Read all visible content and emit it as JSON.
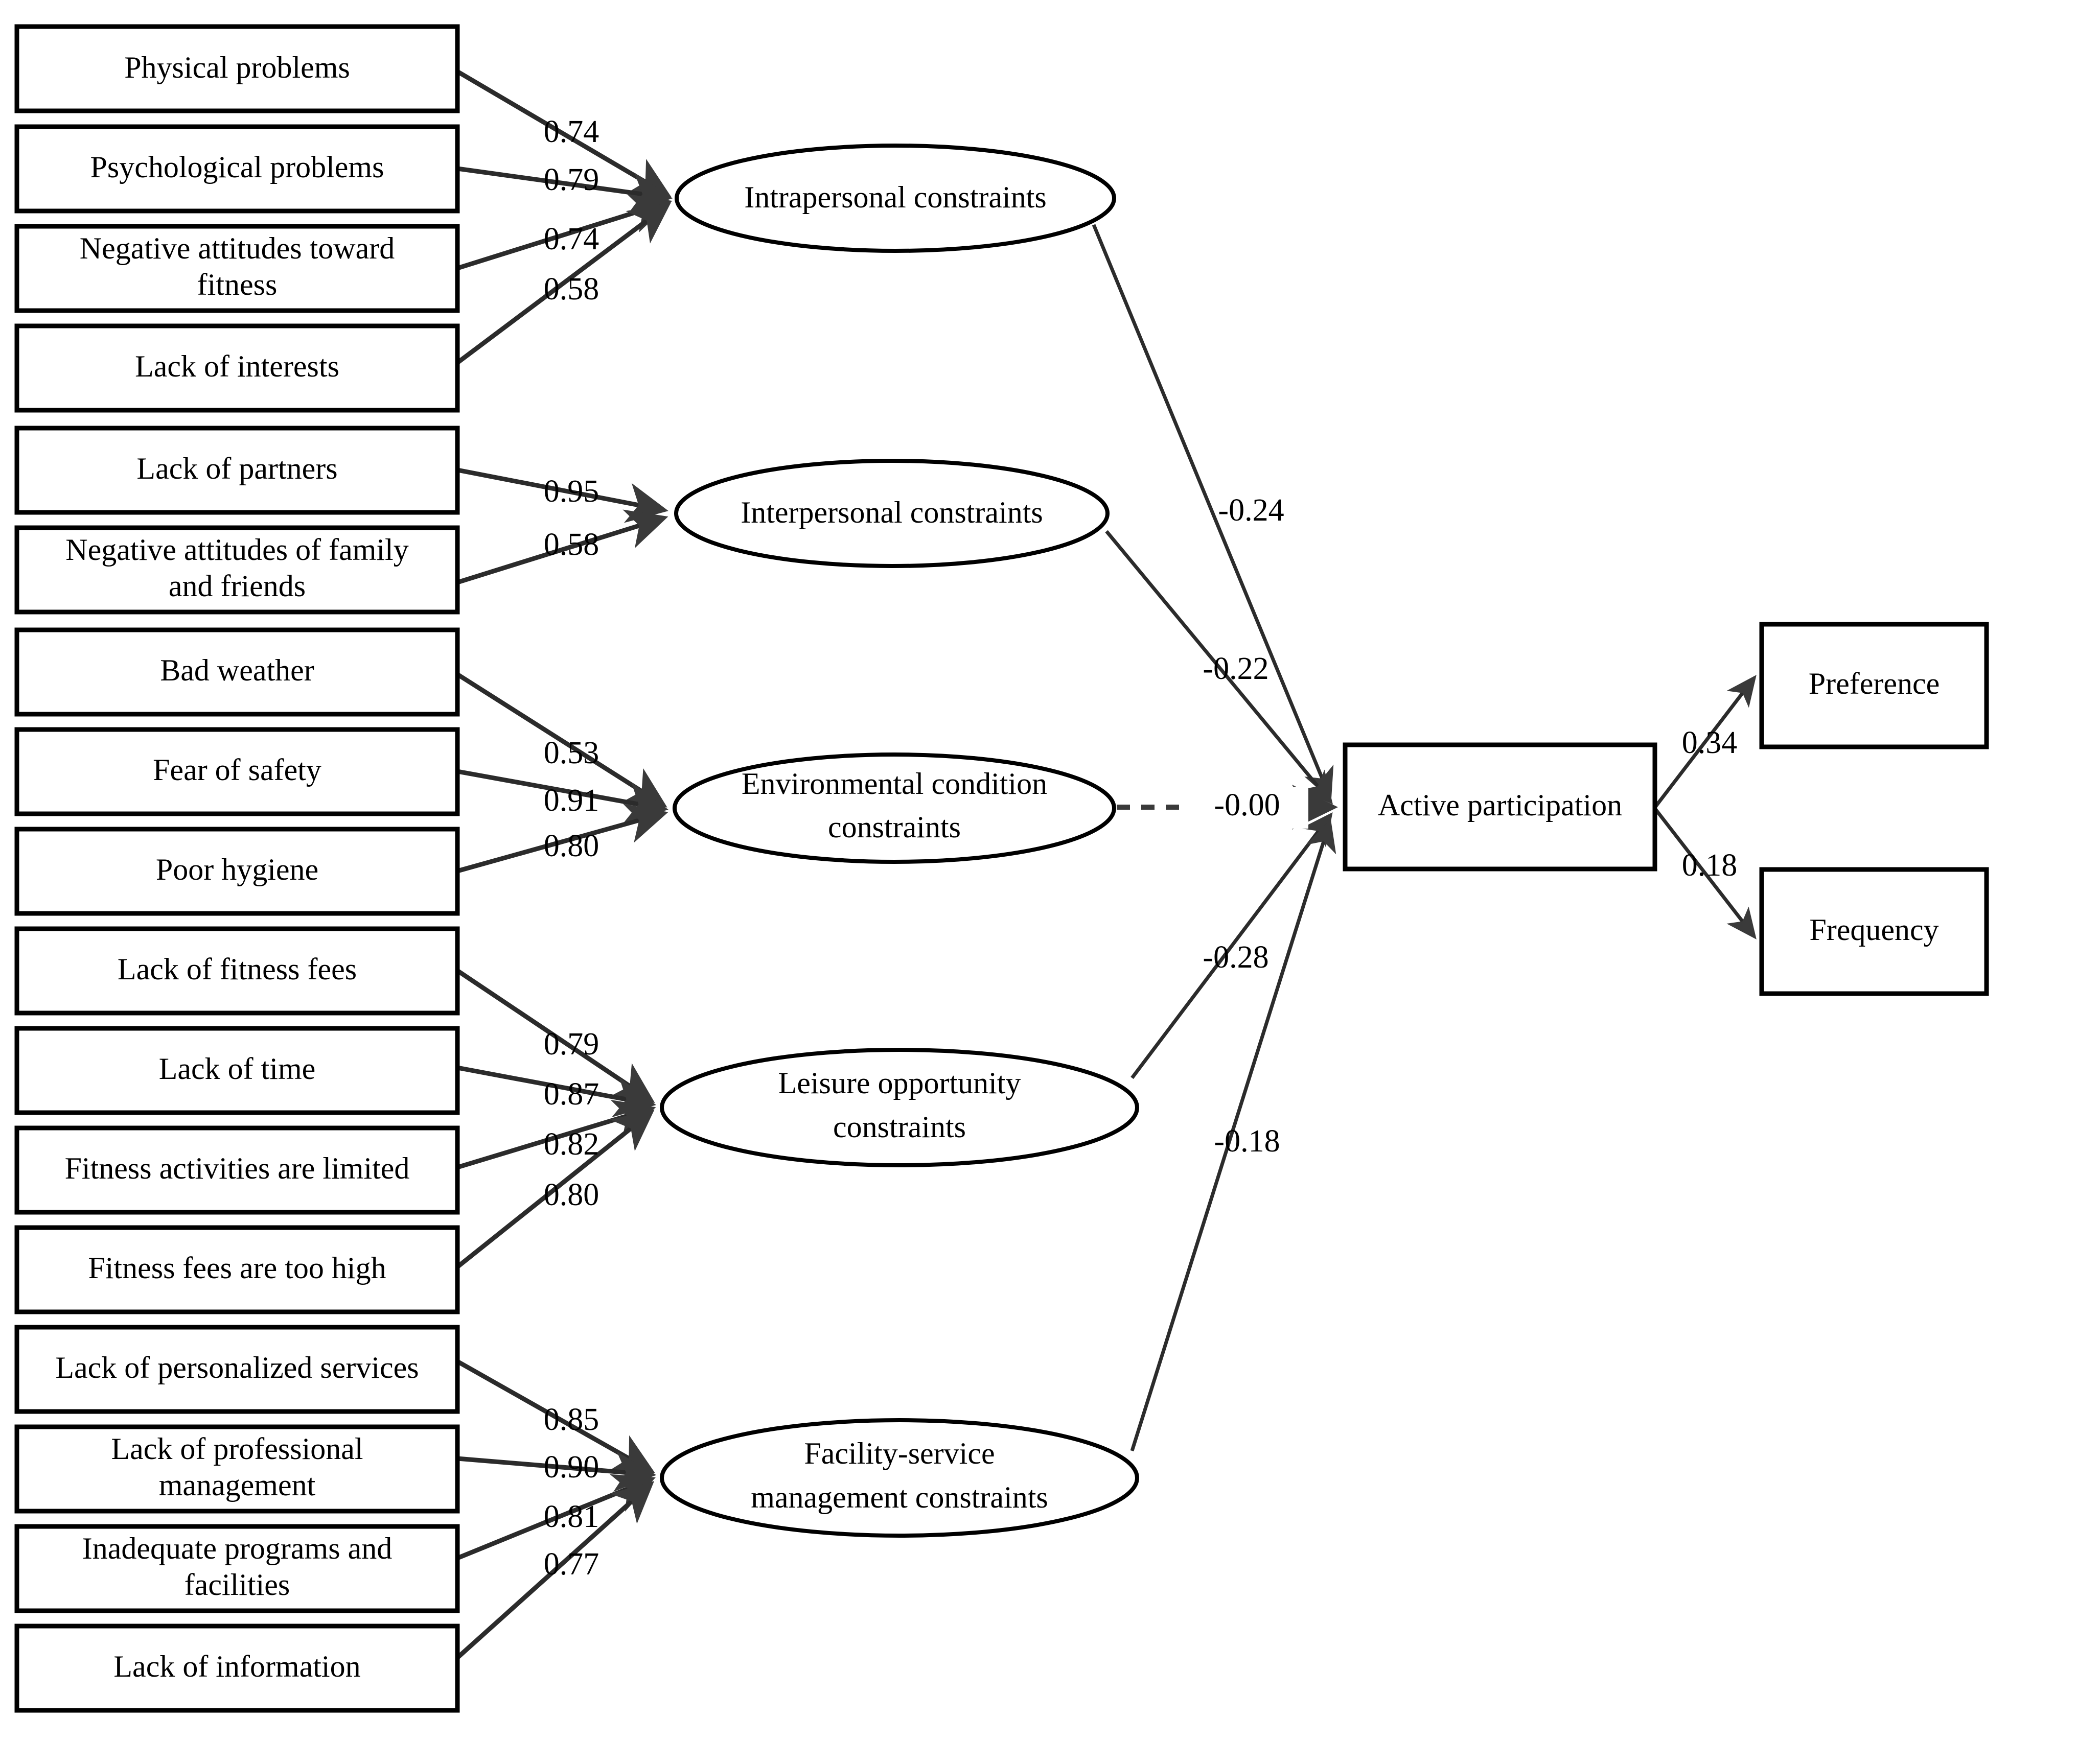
{
  "diagram": {
    "title": "Structural equation model of fitness participation constraints",
    "type": "structural-equation-model"
  },
  "indicators": [
    {
      "id": "physical-problems",
      "label": "Physical problems"
    },
    {
      "id": "psychological-problems",
      "label": "Psychological problems"
    },
    {
      "id": "negative-attitudes-fitness",
      "label": "Negative attitudes toward",
      "label2": "fitness"
    },
    {
      "id": "lack-of-interests",
      "label": "Lack of interests"
    },
    {
      "id": "lack-of-partners",
      "label": "Lack of partners"
    },
    {
      "id": "negative-attitudes-family",
      "label": "Negative attitudes of family",
      "label2": "and friends"
    },
    {
      "id": "bad-weather",
      "label": "Bad weather"
    },
    {
      "id": "fear-of-safety",
      "label": "Fear of safety"
    },
    {
      "id": "poor-hygiene",
      "label": "Poor hygiene"
    },
    {
      "id": "lack-of-fitness-fees",
      "label": "Lack of fitness fees"
    },
    {
      "id": "lack-of-time",
      "label": "Lack of time"
    },
    {
      "id": "fitness-activities-limited",
      "label": "Fitness activities are limited"
    },
    {
      "id": "fitness-fees-too-high",
      "label": "Fitness fees are too high"
    },
    {
      "id": "lack-personalized-services",
      "label": "Lack of personalized services"
    },
    {
      "id": "lack-professional-mgmt",
      "label": "Lack of professional",
      "label2": "management"
    },
    {
      "id": "inadequate-programs",
      "label": "Inadequate programs and",
      "label2": "facilities"
    },
    {
      "id": "lack-of-information",
      "label": "Lack of information"
    }
  ],
  "latents": [
    {
      "id": "intrapersonal",
      "label": "Intrapersonal constraints"
    },
    {
      "id": "interpersonal",
      "label": "Interpersonal constraints"
    },
    {
      "id": "environmental",
      "label": "Environmental condition",
      "label2": "constraints"
    },
    {
      "id": "leisure",
      "label": "Leisure opportunity",
      "label2": "constraints"
    },
    {
      "id": "facility",
      "label": "Facility-service",
      "label2": "management constraints"
    }
  ],
  "endogenous": [
    {
      "id": "active-participation",
      "label": "Active participation"
    },
    {
      "id": "preference",
      "label": "Preference"
    },
    {
      "id": "frequency",
      "label": "Frequency"
    }
  ],
  "chart_data": {
    "type": "diagram",
    "title": "Structural equation model of fitness participation constraints",
    "measurement_loadings": [
      {
        "from": "Physical problems",
        "to": "Intrapersonal constraints",
        "value": "0.74"
      },
      {
        "from": "Psychological problems",
        "to": "Intrapersonal constraints",
        "value": "0.79"
      },
      {
        "from": "Negative attitudes toward fitness",
        "to": "Intrapersonal constraints",
        "value": "0.74"
      },
      {
        "from": "Lack of interests",
        "to": "Intrapersonal constraints",
        "value": "0.58"
      },
      {
        "from": "Lack of partners",
        "to": "Interpersonal constraints",
        "value": "0.95"
      },
      {
        "from": "Negative attitudes of family and friends",
        "to": "Interpersonal constraints",
        "value": "0.58"
      },
      {
        "from": "Bad weather",
        "to": "Environmental condition constraints",
        "value": "0.53"
      },
      {
        "from": "Fear of safety",
        "to": "Environmental condition constraints",
        "value": "0.91"
      },
      {
        "from": "Poor hygiene",
        "to": "Environmental condition constraints",
        "value": "0.80"
      },
      {
        "from": "Lack of fitness fees",
        "to": "Leisure opportunity constraints",
        "value": "0.79"
      },
      {
        "from": "Lack of time",
        "to": "Leisure opportunity constraints",
        "value": "0.87"
      },
      {
        "from": "Fitness activities are limited",
        "to": "Leisure opportunity constraints",
        "value": "0.82"
      },
      {
        "from": "Fitness fees are too high",
        "to": "Leisure opportunity constraints",
        "value": "0.80"
      },
      {
        "from": "Lack of personalized services",
        "to": "Facility-service management constraints",
        "value": "0.85"
      },
      {
        "from": "Lack of professional management",
        "to": "Facility-service management constraints",
        "value": "0.90"
      },
      {
        "from": "Inadequate programs and facilities",
        "to": "Facility-service management constraints",
        "value": "0.81"
      },
      {
        "from": "Lack of information",
        "to": "Facility-service management constraints",
        "value": "0.77"
      }
    ],
    "structural_paths": [
      {
        "from": "Intrapersonal constraints",
        "to": "Active participation",
        "value": "-0.24",
        "style": "solid"
      },
      {
        "from": "Interpersonal constraints",
        "to": "Active participation",
        "value": "-0.22",
        "style": "solid"
      },
      {
        "from": "Environmental condition constraints",
        "to": "Active participation",
        "value": "-0.00",
        "style": "dashed"
      },
      {
        "from": "Leisure opportunity constraints",
        "to": "Active participation",
        "value": "-0.28",
        "style": "solid"
      },
      {
        "from": "Facility-service management constraints",
        "to": "Active participation",
        "value": "-0.18",
        "style": "solid"
      },
      {
        "from": "Active participation",
        "to": "Preference",
        "value": "0.34",
        "style": "solid"
      },
      {
        "from": "Active participation",
        "to": "Frequency",
        "value": "0.18",
        "style": "solid"
      }
    ]
  },
  "loadings": {
    "l1": "0.74",
    "l2": "0.79",
    "l3": "0.74",
    "l4": "0.58",
    "l5": "0.95",
    "l6": "0.58",
    "l7": "0.53",
    "l8": "0.91",
    "l9": "0.80",
    "l10": "0.79",
    "l11": "0.87",
    "l12": "0.82",
    "l13": "0.80",
    "l14": "0.85",
    "l15": "0.90",
    "l16": "0.81",
    "l17": "0.77"
  },
  "paths": {
    "p_intra": "-0.24",
    "p_inter": "-0.22",
    "p_env": "-0.00",
    "p_leisure": "-0.28",
    "p_facility": "-0.18",
    "p_pref": "0.34",
    "p_freq": "0.18"
  }
}
